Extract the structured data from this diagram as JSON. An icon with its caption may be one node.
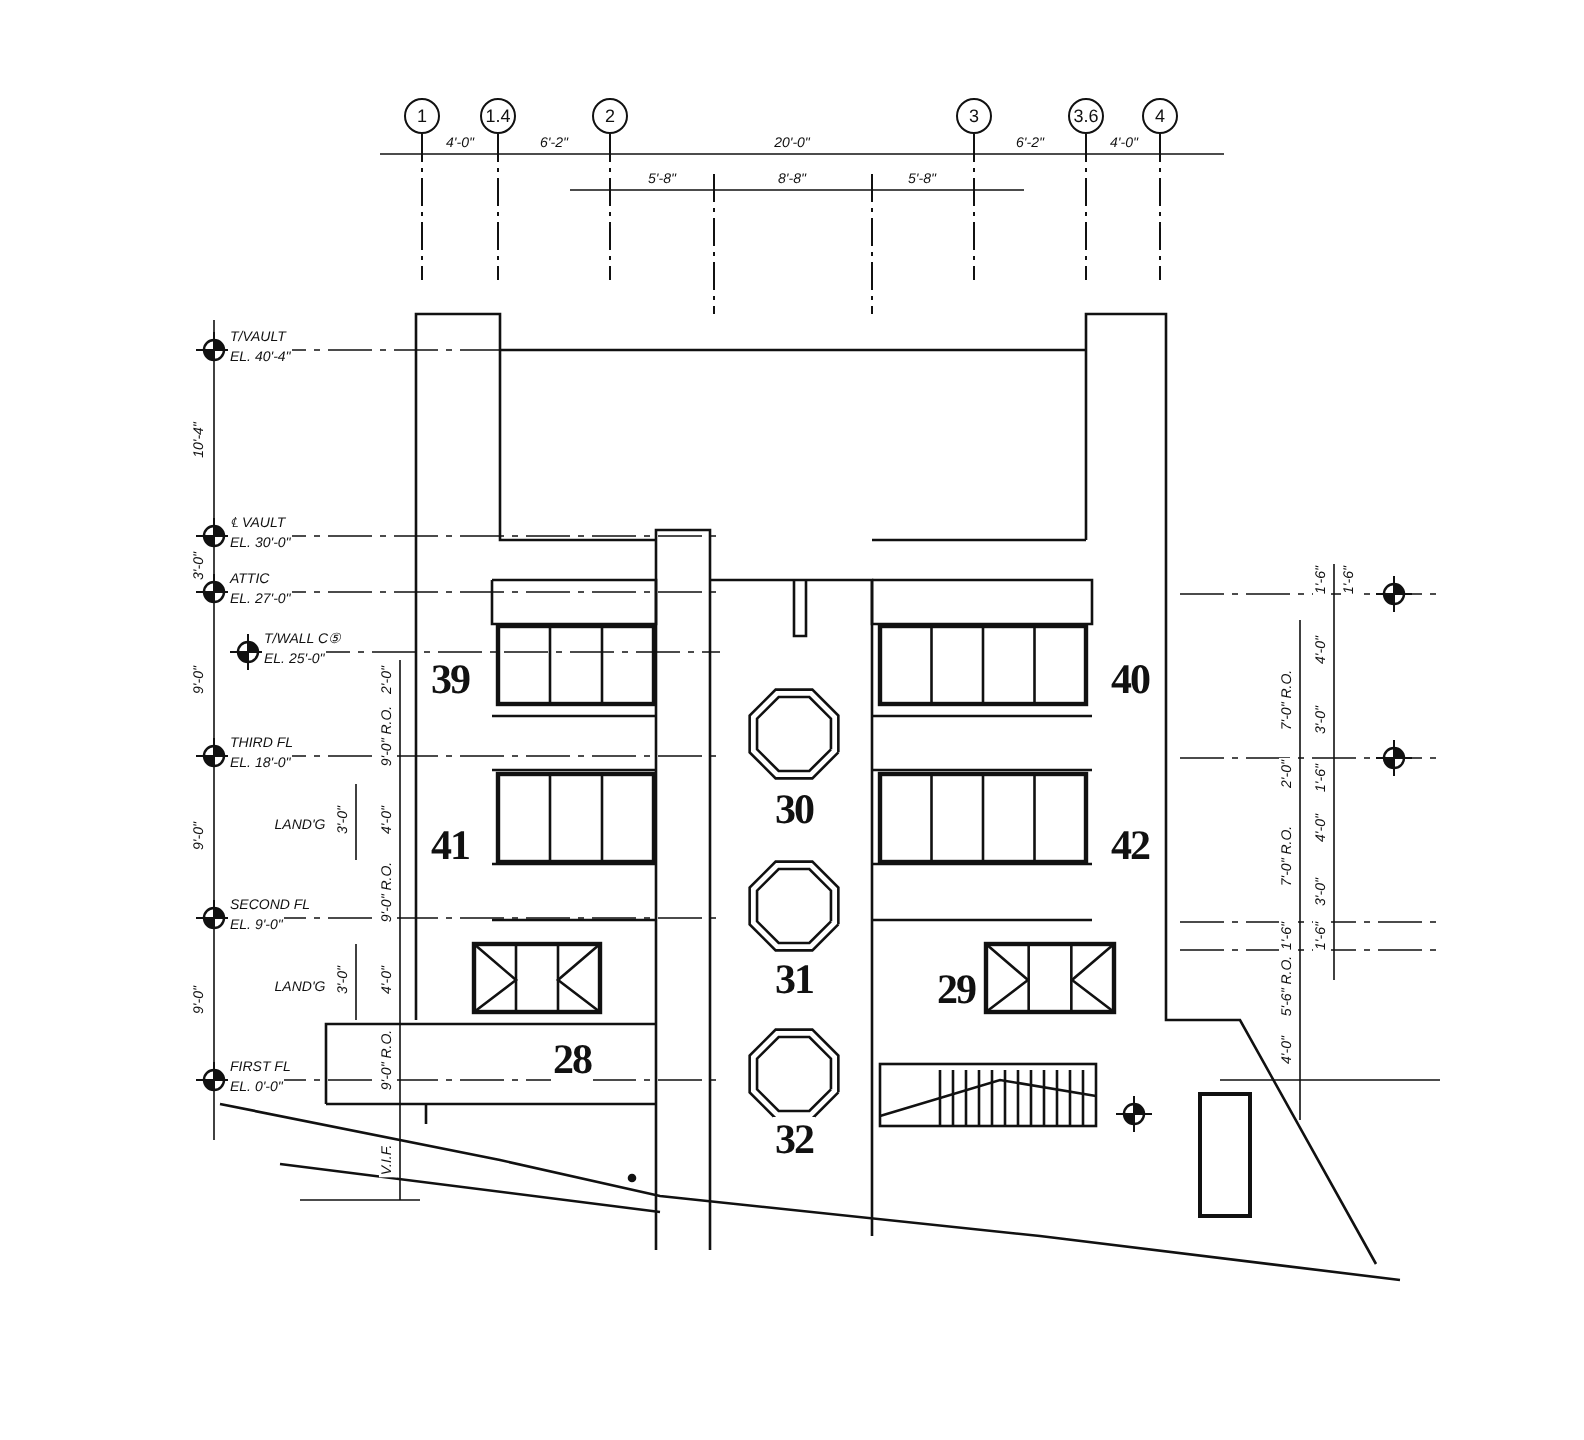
{
  "diagram": {
    "nodes": [
      {
        "text": [
          "1"
        ]
      },
      {
        "text": [
          "1.4"
        ]
      },
      {
        "text": [
          "2"
        ]
      },
      {
        "text": [
          "3"
        ]
      },
      {
        "text": [
          "3.6"
        ]
      },
      {
        "text": [
          "4"
        ]
      }
    ],
    "labels": [
      "4'-0\"",
      "6'-2\"",
      "20'-0\"",
      "6'-2\"",
      "4'-0\"",
      "5'-8\"",
      "8'-8\"",
      "5'-8\"",
      "T/VAULT",
      "EL. 40'-4\"",
      "℄ VAULT",
      "EL. 30'-0\"",
      "ATTIC",
      "EL. 27'-0\"",
      "T/WALL C⑤",
      "EL. 25'-0\"",
      "THIRD FL",
      "EL. 18'-0\"",
      "SECOND FL",
      "EL. 9'-0\"",
      "FIRST FL",
      "EL. 0'-0\"",
      "10'-4\"",
      "3'-0\"",
      "9'-0\"",
      "9'-0\"",
      "9'-0\"",
      "2'-0\"",
      "9'-0\" R.O.",
      "LAND'G",
      "3'-0\"",
      "4'-0\"",
      "9'-0\" R.O.",
      "LAND'G",
      "3'-0\"",
      "4'-0\"",
      "9'-0\" R.O.",
      "V.I.F.",
      "1'-6\"",
      "1'-6\"",
      "4'-0\"",
      "3'-0\"",
      "1'-6\"",
      "4'-0\"",
      "3'-0\"",
      "1'-6\"",
      "7'-0\" R.O.",
      "2'-0\"",
      "7'-0\" R.O.",
      "1'-6\"",
      "5'-6\" R.O.",
      "4'-0\"",
      "39",
      "40",
      "30",
      "41",
      "42",
      "31",
      "29",
      "28",
      "32"
    ]
  }
}
